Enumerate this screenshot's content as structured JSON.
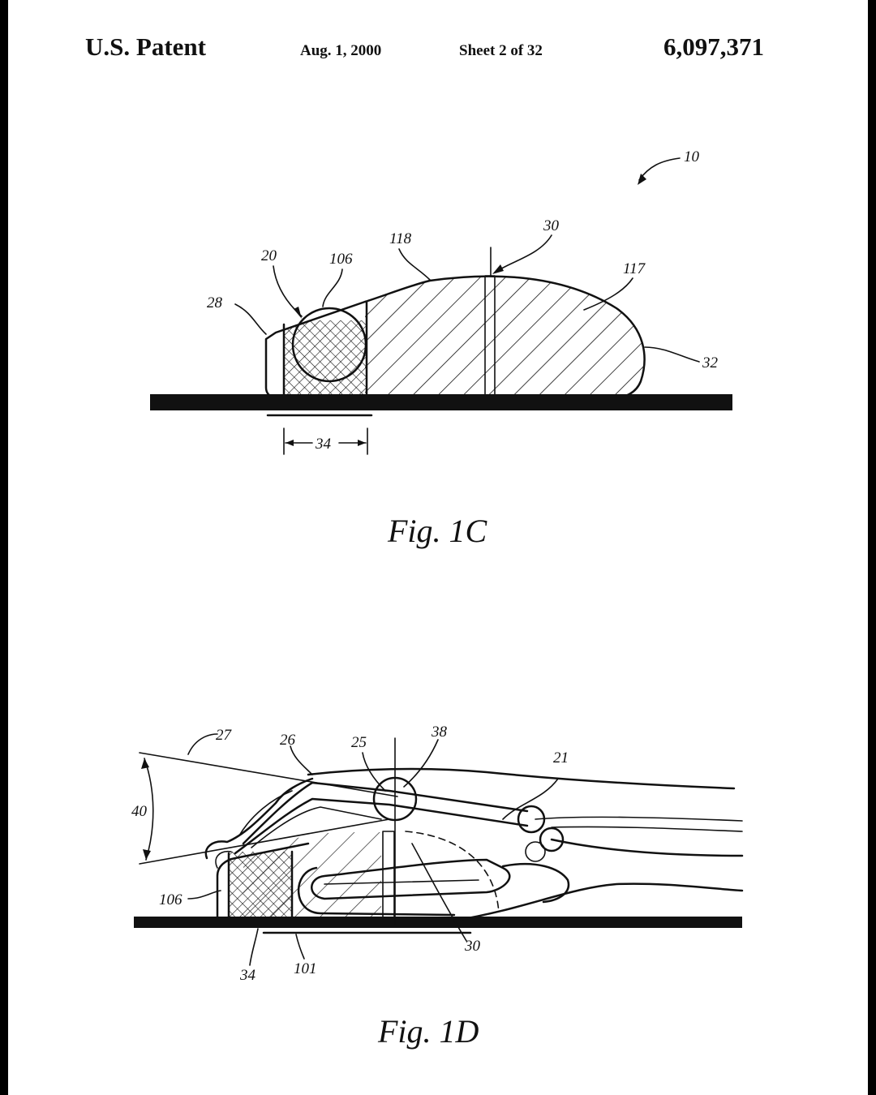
{
  "header": {
    "title": "U.S. Patent",
    "date": "Aug. 1, 2000",
    "sheet": "Sheet 2 of 32",
    "patent_number": "6,097,371"
  },
  "figures": [
    {
      "caption": "Fig.  1C",
      "refs": [
        "10",
        "30",
        "118",
        "20",
        "106",
        "117",
        "28",
        "32",
        "34"
      ]
    },
    {
      "caption": "Fig.  1D",
      "refs": [
        "27",
        "26",
        "25",
        "38",
        "21",
        "40",
        "106",
        "30",
        "34",
        "101"
      ]
    }
  ],
  "colors": {
    "ink": "#111111",
    "paper": "#ffffff",
    "frame": "#000000"
  }
}
